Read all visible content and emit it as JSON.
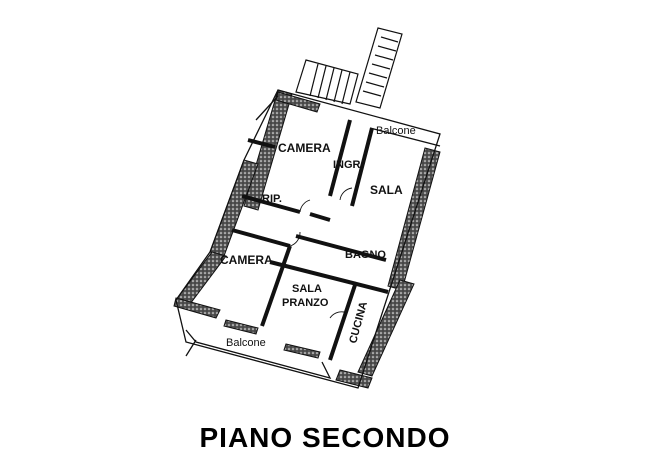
{
  "rooms": {
    "camera_top": "CAMERA",
    "ingr": "INGR.",
    "sala": "SALA",
    "rip": "RIP.",
    "bagno": "BAGNO",
    "camera_bottom": "CAMERA",
    "sala_pranzo_1": "SALA",
    "sala_pranzo_2": "PRANZO",
    "cucina": "CUCINA"
  },
  "balconies": {
    "top": "Balcone",
    "bottom": "Balcone"
  },
  "caption": "PIANO SECONDO"
}
